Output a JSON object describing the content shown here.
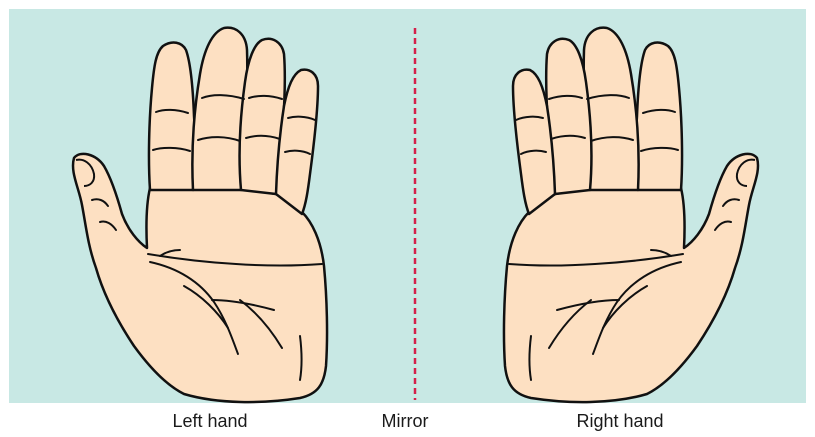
{
  "colors": {
    "background_panel": "#c8e8e4",
    "skin": "#fde0c2",
    "outline": "#111111",
    "mirror_line": "#d4204a"
  },
  "captions": {
    "left": "Left hand",
    "mirror": "Mirror",
    "right": "Right hand"
  }
}
